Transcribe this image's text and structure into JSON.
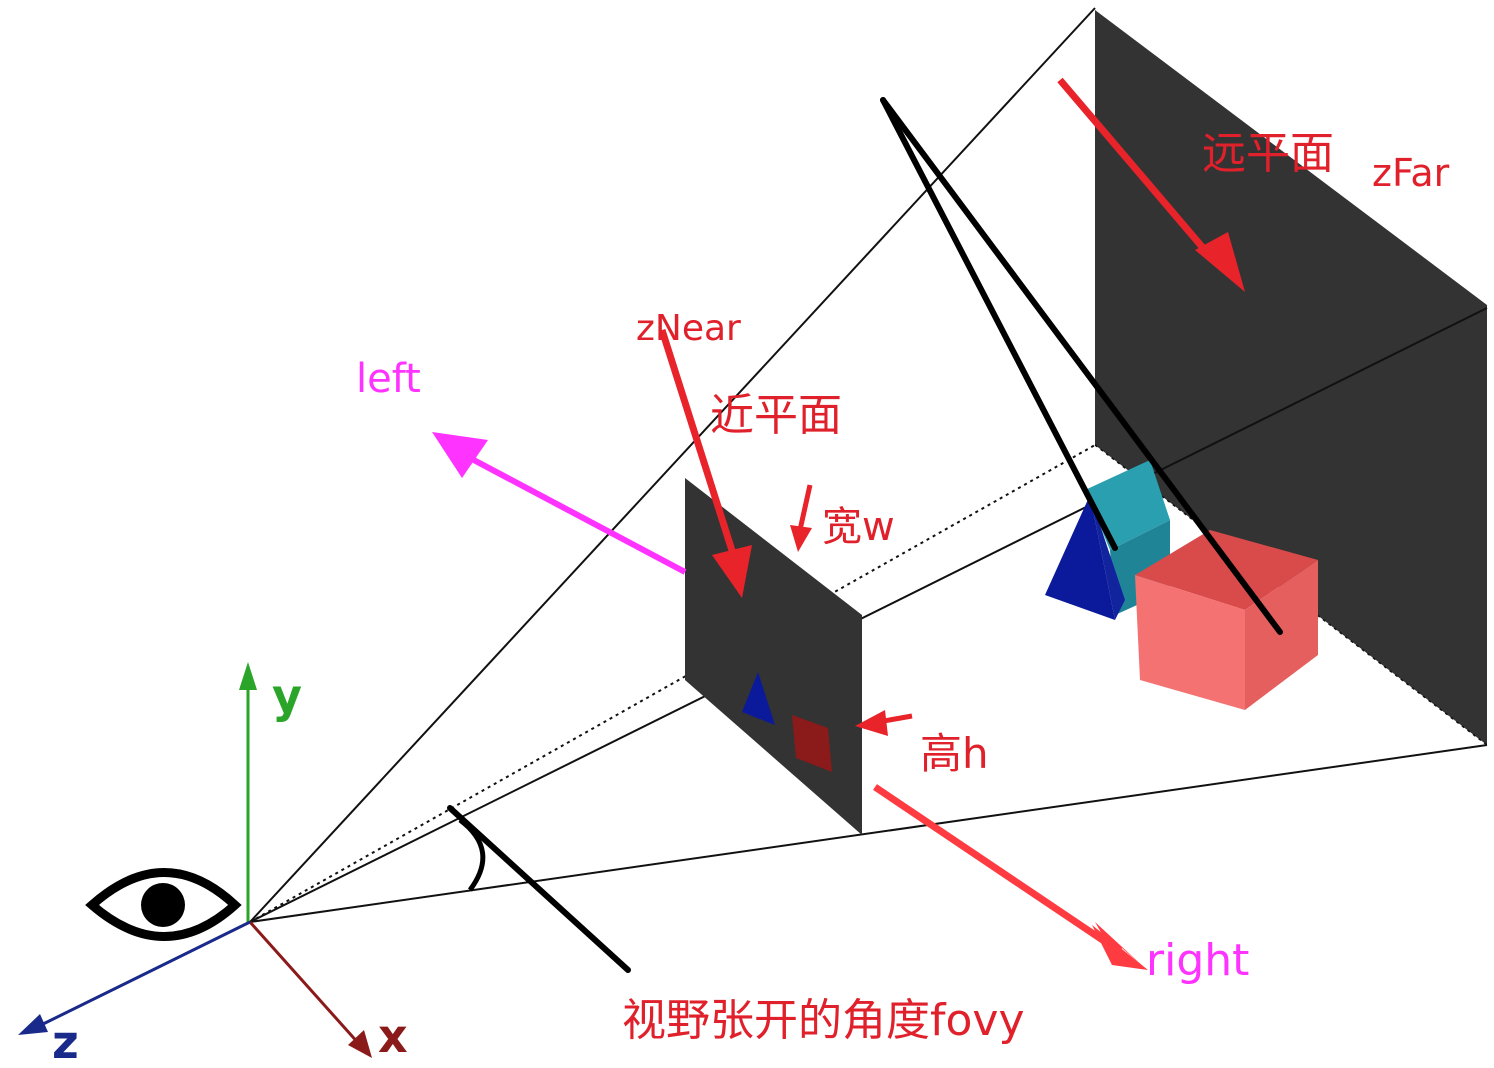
{
  "labels": {
    "far_plane": "远平面",
    "z_far": "zFar",
    "z_near": "zNear",
    "near_plane": "近平面",
    "left": "left",
    "width": "宽w",
    "height": "高h",
    "right": "right",
    "fovy": "视野张开的角度fovy",
    "axis_y": "y",
    "axis_x": "x",
    "axis_z": "z"
  },
  "colors": {
    "red_label": "#e0202a",
    "magenta_label": "#ff33ff",
    "plane": "#333333",
    "axis_y": "#2aa52a",
    "axis_x": "#8b1a1a",
    "axis_z": "#1a2a8a",
    "cube_front": "#f47272",
    "cube_top": "#d94a4a",
    "cube_side": "#e65f5f",
    "teal_cube": "#2a9fb0",
    "blue_pyramid": "#0a1a9a"
  },
  "icons": {
    "eye": "eye-icon"
  }
}
